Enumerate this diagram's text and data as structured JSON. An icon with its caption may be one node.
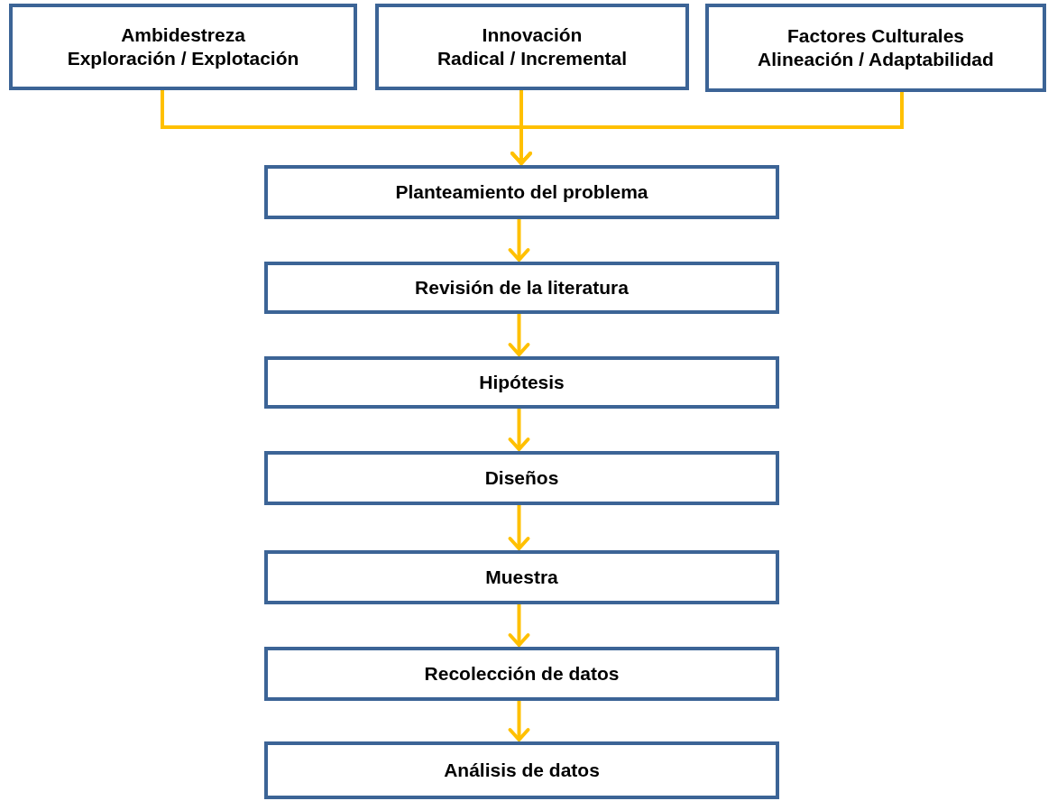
{
  "diagram": {
    "nodes": [
      {
        "text": [
          "Ambidestreza",
          "Exploración / Explotación"
        ]
      },
      {
        "text": [
          "Innovación",
          "Radical / Incremental"
        ]
      },
      {
        "text": [
          "Factores Culturales",
          "Alineación / Adaptabilidad"
        ]
      },
      {
        "text": [
          "Planteamiento del problema"
        ]
      },
      {
        "text": [
          "Revisión de la literatura"
        ]
      },
      {
        "text": [
          "Hipótesis"
        ]
      },
      {
        "text": [
          "Diseños"
        ]
      },
      {
        "text": [
          "Muestra"
        ]
      },
      {
        "text": [
          "Recolección de datos"
        ]
      },
      {
        "text": [
          "Análisis de datos"
        ]
      }
    ],
    "edges": [
      {
        "from": 0,
        "to": 3,
        "arrow": "to"
      },
      {
        "from": 1,
        "to": 3,
        "arrow": "to"
      },
      {
        "from": 2,
        "to": 3,
        "arrow": "to"
      },
      {
        "from": 3,
        "to": 4,
        "arrow": "to"
      },
      {
        "from": 4,
        "to": 5,
        "arrow": "to"
      },
      {
        "from": 5,
        "to": 6,
        "arrow": "to"
      },
      {
        "from": 6,
        "to": 7,
        "arrow": "to"
      },
      {
        "from": 7,
        "to": 8,
        "arrow": "to"
      },
      {
        "from": 8,
        "to": 9,
        "arrow": "to"
      }
    ]
  }
}
